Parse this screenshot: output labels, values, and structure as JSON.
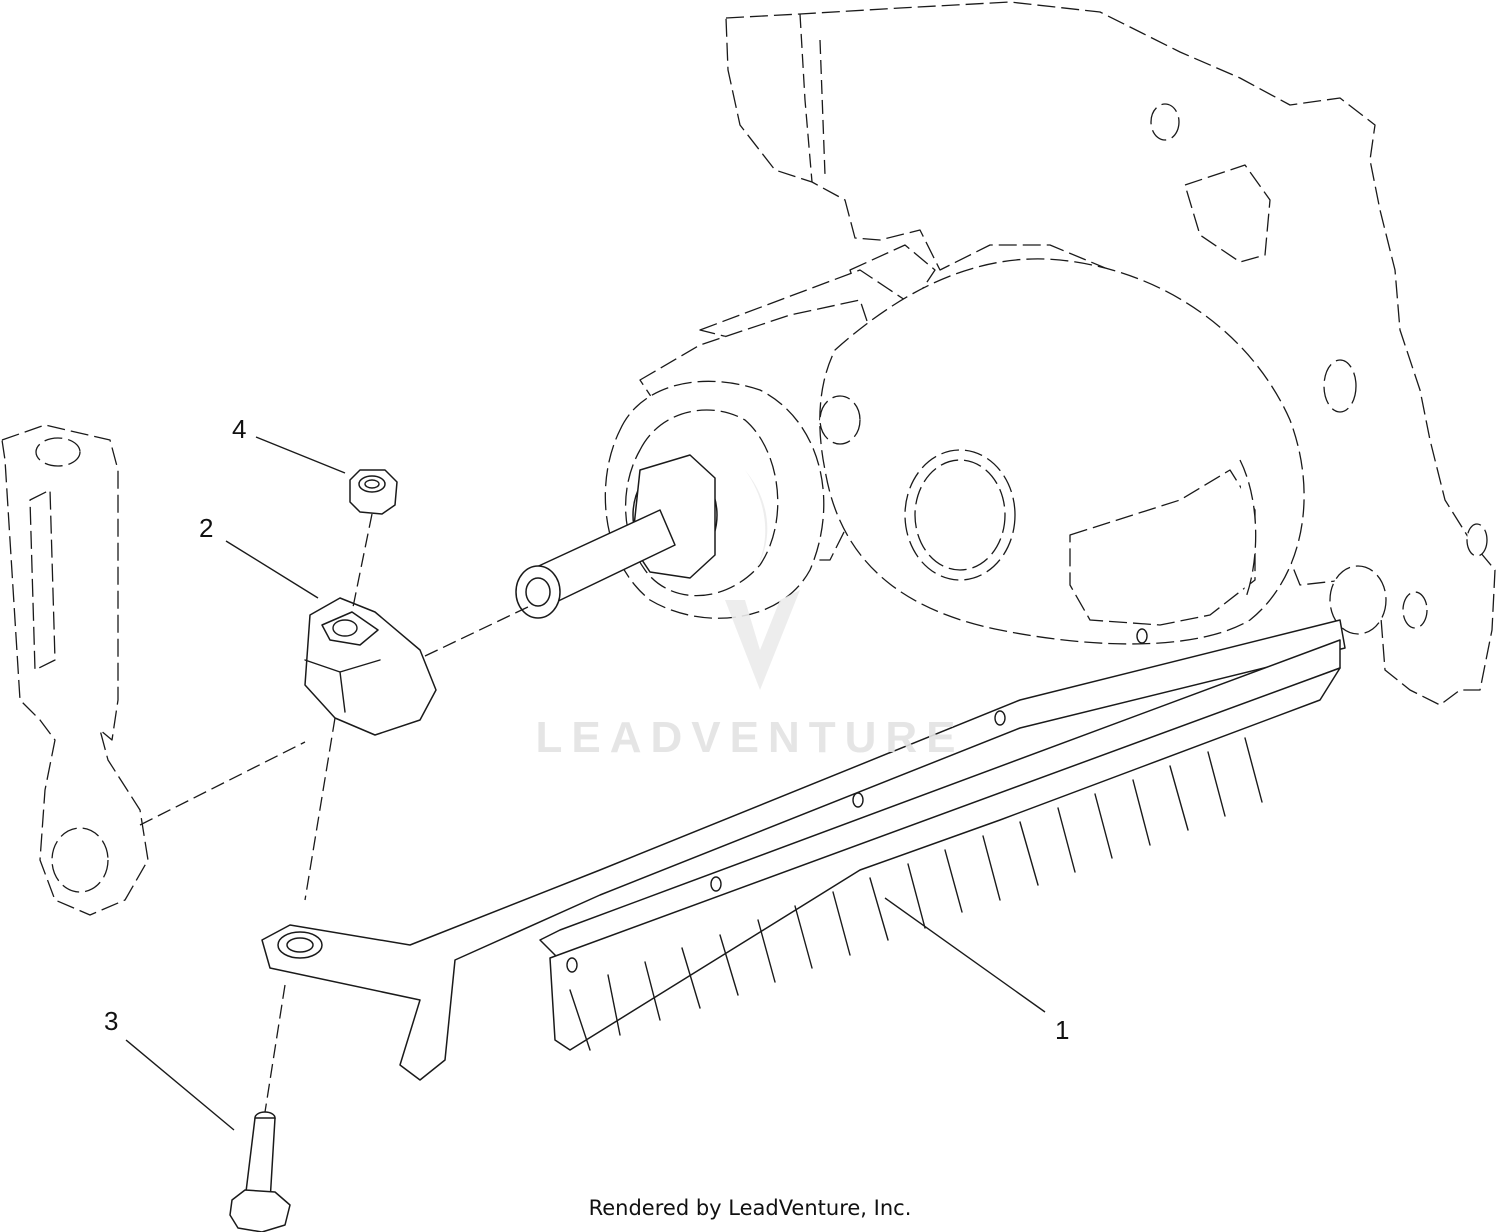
{
  "callouts": [
    {
      "id": "1",
      "label": "1"
    },
    {
      "id": "2",
      "label": "2"
    },
    {
      "id": "3",
      "label": "3"
    },
    {
      "id": "4",
      "label": "4"
    }
  ],
  "watermark": {
    "text": "LEADVENTURE"
  },
  "footer": {
    "text": "Rendered by LeadVenture, Inc."
  },
  "colors": {
    "line": "#1a1a1a",
    "background": "#ffffff",
    "watermark": "#e3e3e3"
  }
}
